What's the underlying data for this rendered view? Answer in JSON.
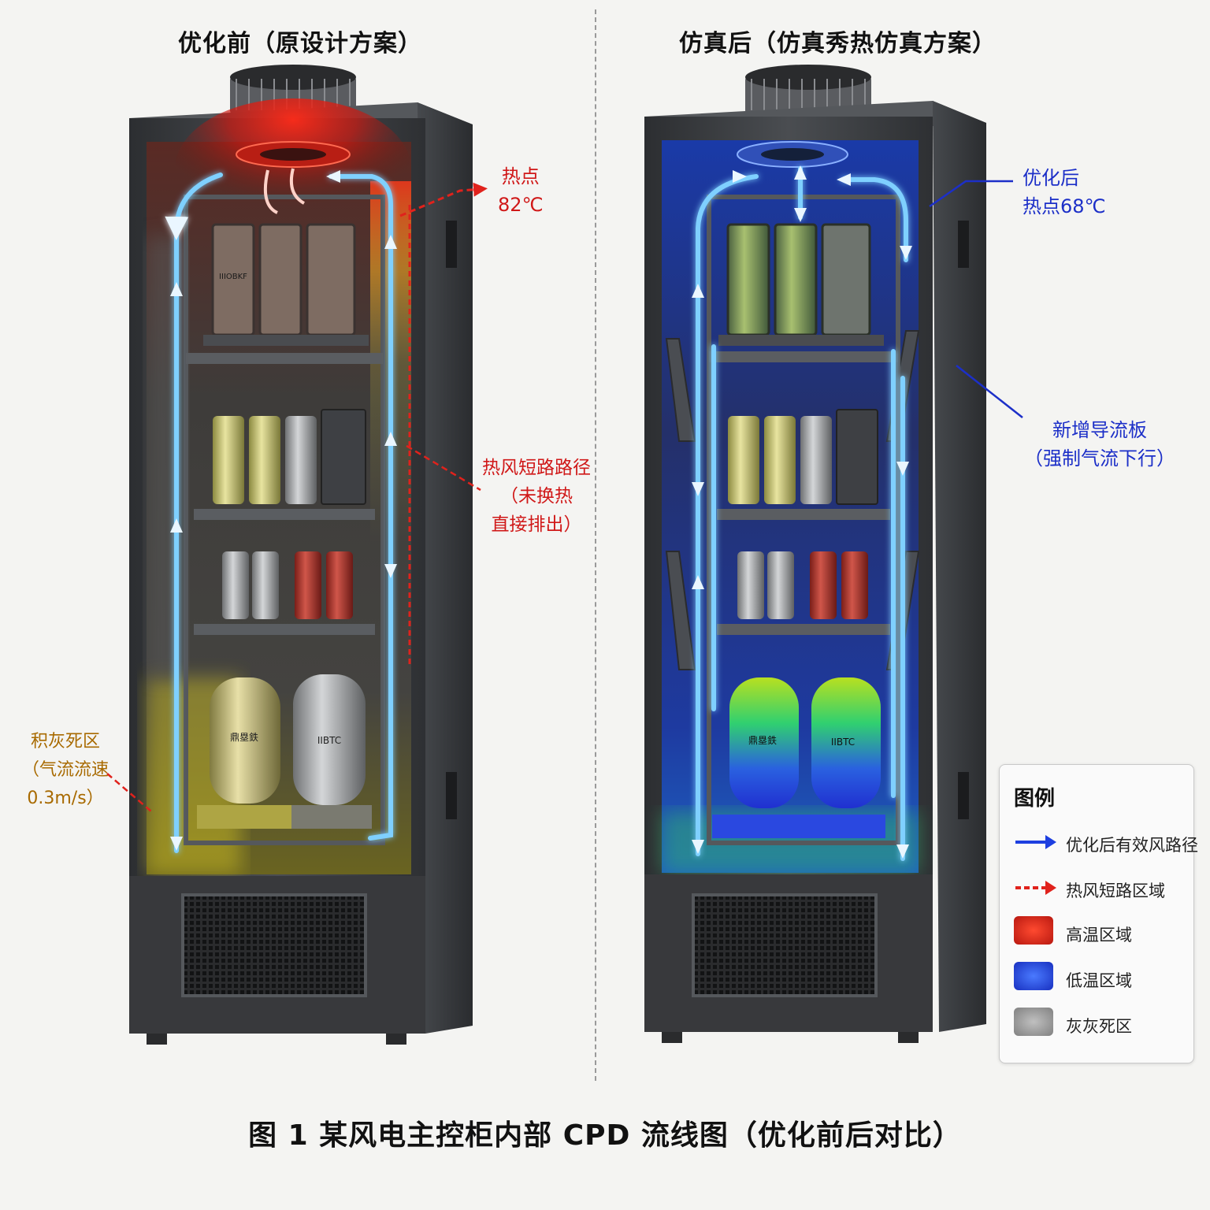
{
  "panels": {
    "before": {
      "title": "优化前（原设计方案）"
    },
    "after": {
      "title": "仿真后（仿真秀热仿真方案）"
    }
  },
  "annotations": {
    "hotspot_before": {
      "line1": "热点",
      "line2": "82℃"
    },
    "short_circuit": {
      "line1": "热风短路路径",
      "line2": "（未换热",
      "line3": "直接排出）"
    },
    "dust_zone": {
      "line1": "积灰死区",
      "line2": "（气流流速",
      "line3": "0.3m/s）"
    },
    "hotspot_after": {
      "line1": "优化后",
      "line2": "热点68℃"
    },
    "baffle": {
      "line1": "新增导流板",
      "line2": "（强制气流下行）"
    }
  },
  "component_labels": {
    "module_top": "IIIOBKF",
    "cylinder": "IIBTC",
    "cylinder_cn": "鼎塁鉄"
  },
  "legend": {
    "title": "图例",
    "items": [
      {
        "label": "优化后有效风路径",
        "kind": "arrow",
        "color": "#1d3fe0"
      },
      {
        "label": "热风短路区域",
        "kind": "dashed-arrow",
        "color": "#e0221c"
      },
      {
        "label": "高温区域",
        "kind": "swatch",
        "color": "#e02a1e"
      },
      {
        "label": "低温区域",
        "kind": "swatch",
        "color": "#2a55f0"
      },
      {
        "label": "灰灰死区",
        "kind": "swatch",
        "color": "#9a9a9a"
      }
    ]
  },
  "caption": "图 1  某风电主控柜内部 CPD 流线图（优化前后对比）",
  "colors": {
    "cabinet": "#3b3d40",
    "hot": "#e0221c",
    "cool": "#1d3fe0",
    "flow": "#7fd0ff",
    "dust": "#d8c820"
  }
}
